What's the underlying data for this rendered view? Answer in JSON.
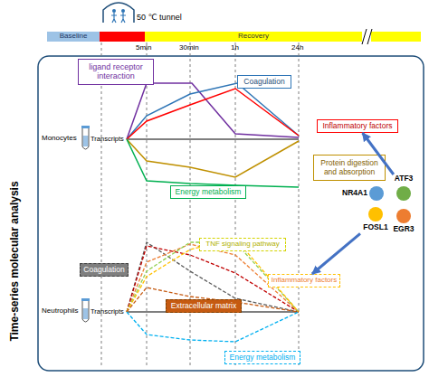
{
  "diagram": {
    "nodes": [
      {
        "text": [
          "Baseline"
        ]
      },
      {
        "text": [
          "Recovery"
        ]
      },
      {
        "text": [
          "ligand receptor interaction"
        ]
      },
      {
        "text": [
          "Coagulation"
        ]
      },
      {
        "text": [
          "Inflammatory factors"
        ]
      },
      {
        "text": [
          "Protein digestion and absorption"
        ]
      },
      {
        "text": [
          "Energy metabolism"
        ]
      },
      {
        "text": [
          "NR4A1"
        ]
      },
      {
        "text": [
          "ATF3"
        ]
      },
      {
        "text": [
          "FOSL1"
        ]
      },
      {
        "text": [
          "EGR3"
        ]
      },
      {
        "text": [
          "Coagulation"
        ]
      },
      {
        "text": [
          "TNF signaling pathway"
        ]
      },
      {
        "text": [
          "Inflammatory factors"
        ]
      },
      {
        "text": [
          "Extracellular matrix"
        ]
      },
      {
        "text": [
          "Energy metabolism"
        ]
      }
    ],
    "edges": [
      {
        "from": 8,
        "to": 4,
        "arrow": "to"
      },
      {
        "from": 9,
        "to": 13,
        "arrow": "to"
      }
    ],
    "labels": [
      "50 ℃ tunnel",
      "5min",
      "30min",
      "1h",
      "24h",
      "Time-series molecular analysis",
      "Monocytes",
      "Transcripts",
      "Neutrophils",
      "Transcripts"
    ]
  }
}
